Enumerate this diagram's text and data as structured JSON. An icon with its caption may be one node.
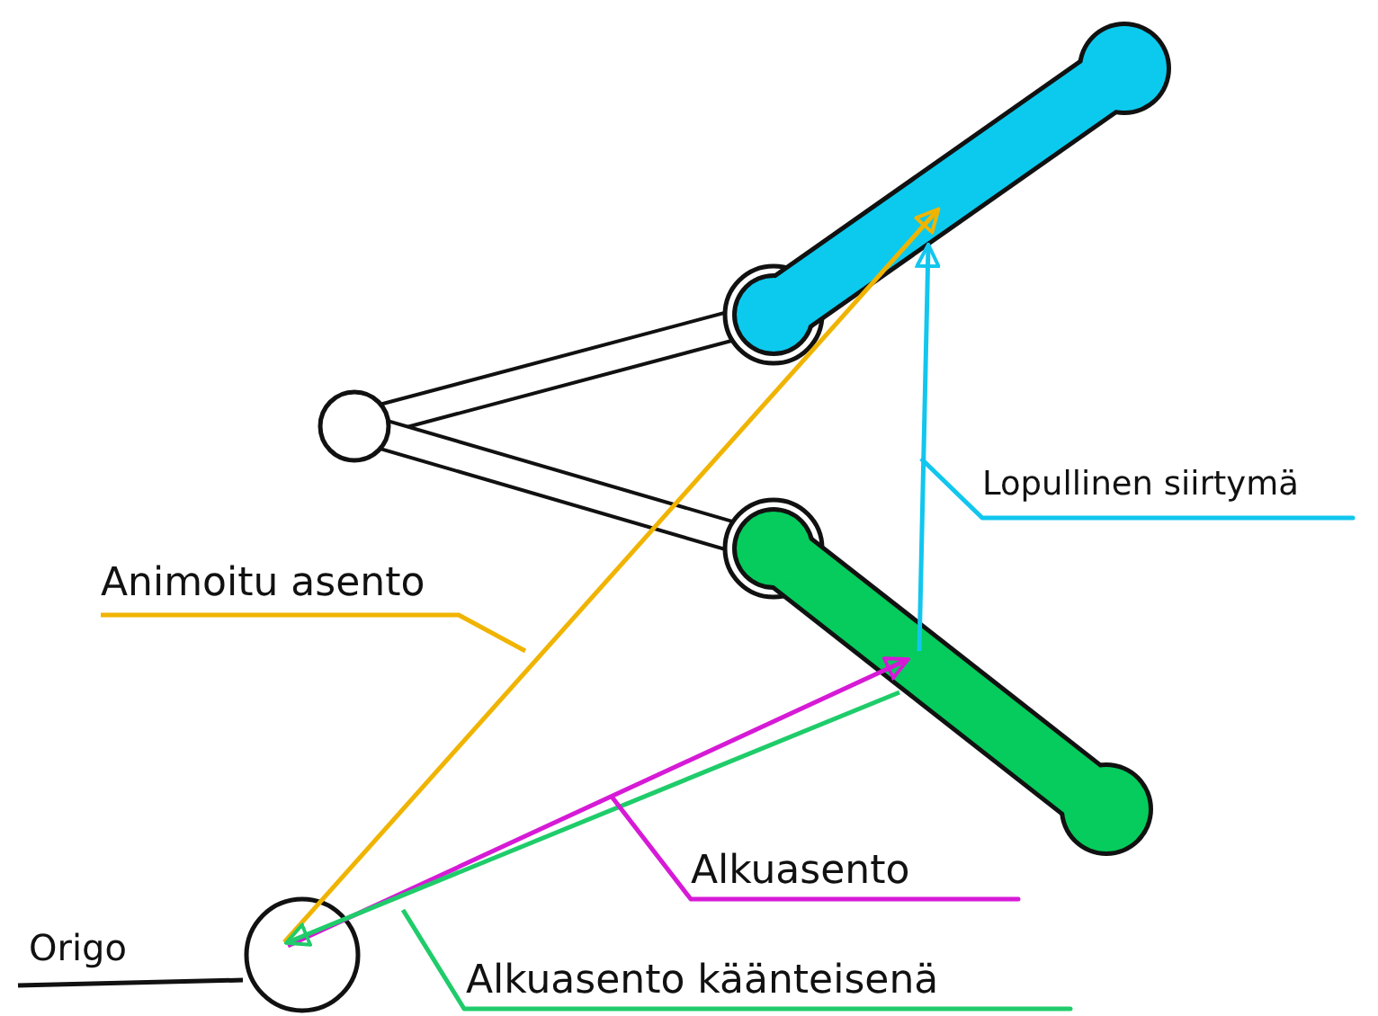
{
  "diagram": {
    "nodes": [
      {
        "text": [],
        "shape": "circle"
      },
      {
        "text": [
          "Origo"
        ]
      },
      {
        "text": [],
        "shape": "bar"
      },
      {
        "text": [],
        "shape": "bar"
      },
      {
        "text": [
          "Animoitu asento"
        ]
      },
      {
        "text": [
          "Lopullinen siirtymä"
        ]
      },
      {
        "text": [
          "Alkuasento"
        ]
      },
      {
        "text": [
          "Alkuasento käänteisenä"
        ]
      }
    ],
    "edges": [
      {
        "from": 0,
        "to": 2,
        "arrow": "to",
        "color": "#f0b400"
      },
      {
        "from": 3,
        "to": 2,
        "arrow": "to",
        "color": "#12c6ee"
      },
      {
        "from": 0,
        "to": 3,
        "arrow": "to",
        "color": "#d61ad6"
      },
      {
        "from": 3,
        "to": 0,
        "arrow": "to",
        "color": "#1fcc6a"
      },
      {
        "from": 1,
        "to": 0,
        "arrow": "none",
        "color": "#111111"
      },
      {
        "from": 4,
        "to": null,
        "arrow": "none",
        "color": "#f0b400"
      },
      {
        "from": 5,
        "to": null,
        "arrow": "none",
        "color": "#12c6ee"
      },
      {
        "from": 6,
        "to": null,
        "arrow": "none",
        "color": "#d61ad6"
      },
      {
        "from": 7,
        "to": null,
        "arrow": "none",
        "color": "#1fcc6a"
      }
    ]
  }
}
